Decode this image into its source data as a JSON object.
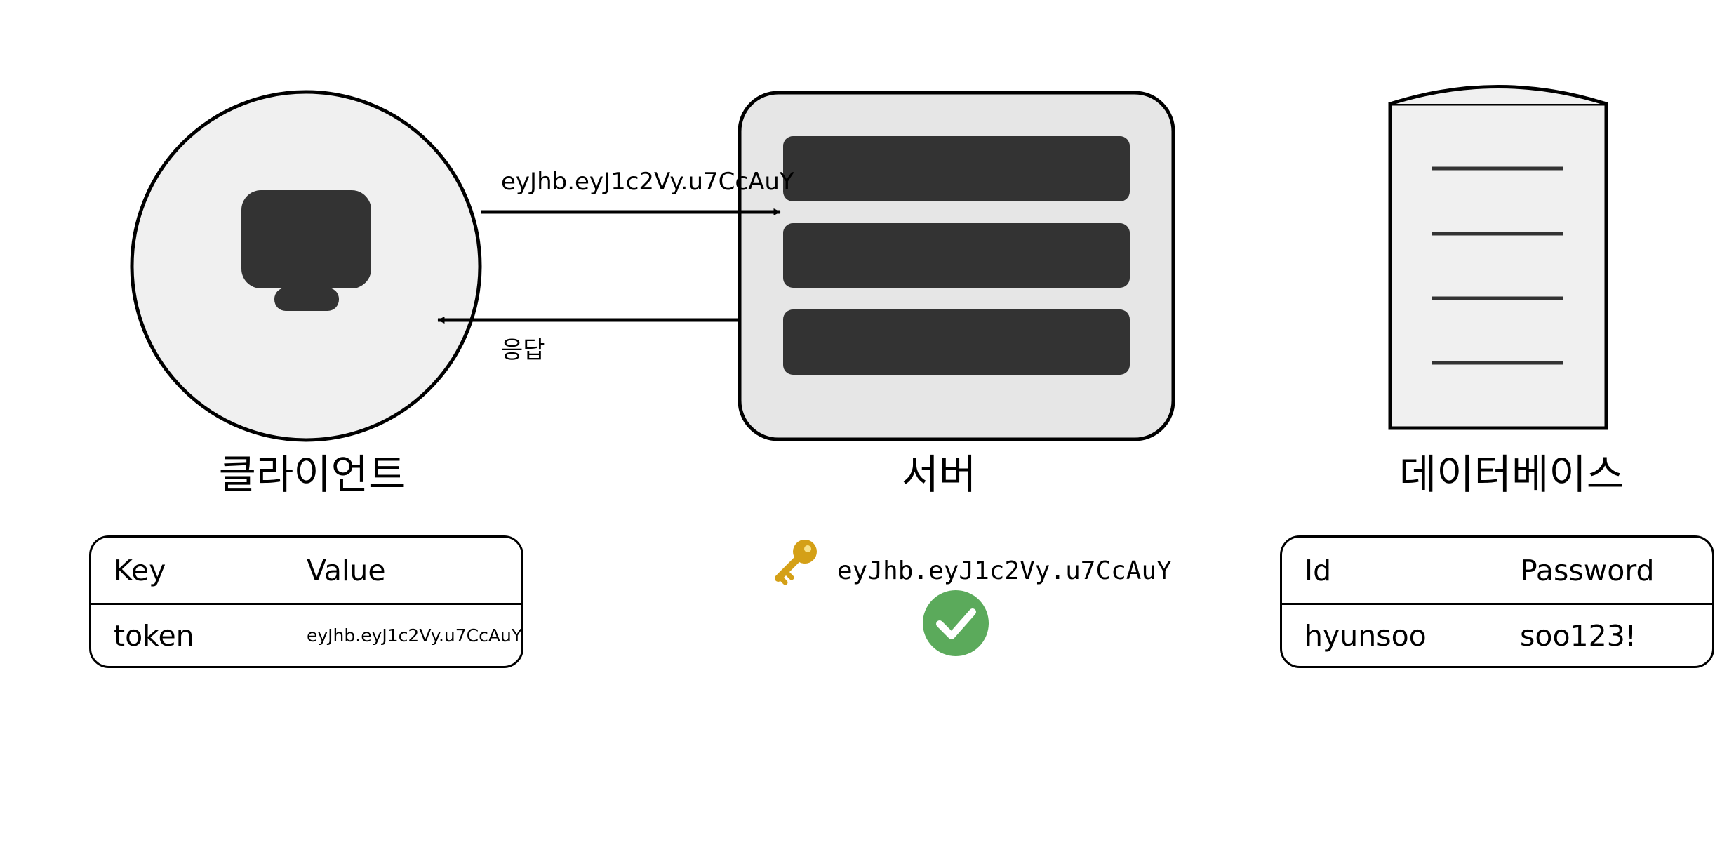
{
  "diagram": {
    "client": {
      "title": "클라이언트",
      "icon": "monitor-icon"
    },
    "server": {
      "title": "서버",
      "icon": "server-rack-icon"
    },
    "database": {
      "title": "데이터베이스",
      "icon": "database-cylinder-icon"
    },
    "request_arrow": {
      "label": "eyJhb.eyJ1c2Vy.u7CcAuY",
      "direction": "client-to-server"
    },
    "response_arrow": {
      "label": "응답",
      "direction": "server-to-client"
    },
    "client_storage": {
      "columns": [
        "Key",
        "Value"
      ],
      "rows": [
        [
          "token",
          "eyJhb.eyJ1c2Vy.u7CcAuY"
        ]
      ]
    },
    "server_verification": {
      "icon": "key-icon",
      "token": "eyJhb.eyJ1c2Vy.u7CcAuY",
      "status_icon": "check-circle-icon",
      "status_color": "#5BAA5B"
    },
    "database_table": {
      "columns": [
        "Id",
        "Password"
      ],
      "rows": [
        [
          "hyunsoo",
          "soo123!"
        ]
      ]
    },
    "colors": {
      "stroke": "#000000",
      "node_fill_light": "#F0F0F0",
      "node_fill_server": "#E6E6E6",
      "dark_block": "#333333",
      "key_gold": "#D4A017"
    }
  }
}
